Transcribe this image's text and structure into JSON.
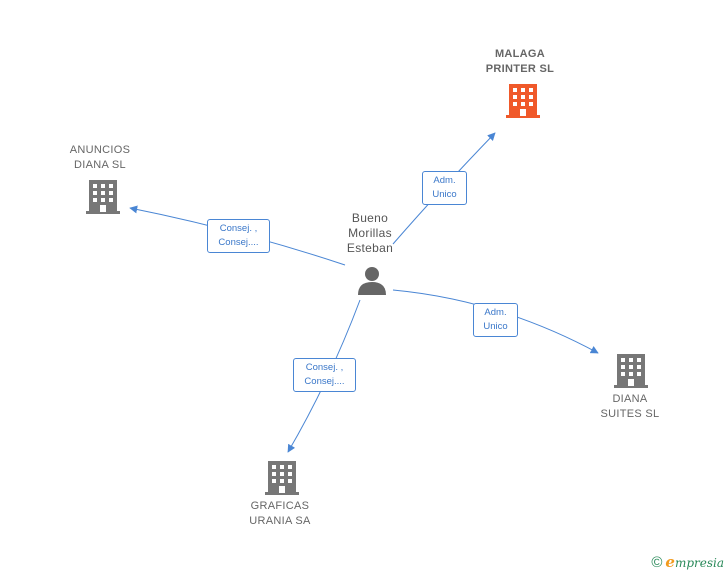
{
  "center": {
    "label": "Bueno\nMorillas\nEsteban",
    "icon": "person-icon"
  },
  "nodes": [
    {
      "id": "malaga",
      "label": "MALAGA\nPRINTER  SL",
      "icon": "building-icon",
      "color": "#f0592a"
    },
    {
      "id": "anuncios",
      "label": "ANUNCIOS\nDIANA SL",
      "icon": "building-icon",
      "color": "#777777"
    },
    {
      "id": "diana",
      "label": "DIANA\nSUITES  SL",
      "icon": "building-icon",
      "color": "#777777"
    },
    {
      "id": "graficas",
      "label": "GRAFICAS\nURANIA SA",
      "icon": "building-icon",
      "color": "#777777"
    }
  ],
  "edges": [
    {
      "to": "malaga",
      "line1": "Adm.",
      "line2": "Unico"
    },
    {
      "to": "anuncios",
      "line1": "Consej. ,",
      "line2": "Consej...."
    },
    {
      "to": "diana",
      "line1": "Adm.",
      "line2": "Unico"
    },
    {
      "to": "graficas",
      "line1": "Consej. ,",
      "line2": "Consej...."
    }
  ],
  "footer": {
    "copyright": "©",
    "brand_first": "e",
    "brand_rest": "mpresia"
  },
  "colors": {
    "edge": "#4a86d4",
    "person": "#666666"
  }
}
